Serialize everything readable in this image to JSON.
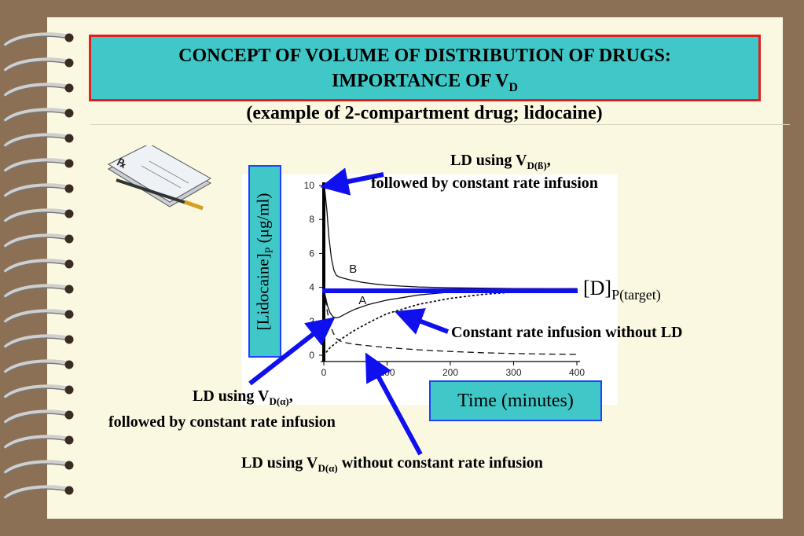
{
  "title": {
    "line1": "CONCEPT OF VOLUME OF DISTRIBUTION OF DRUGS:",
    "line2_main": "IMPORTANCE OF V",
    "line2_sub": "D"
  },
  "subtitle": "(example of 2-compartment drug; lidocaine)",
  "labels": {
    "ld_beta_main": "LD using V",
    "ld_beta_sub": "D(ß)",
    "ld_beta_comma": ",",
    "ld_beta_line2": "followed by constant rate infusion",
    "target_main": "[D]",
    "target_sub": "P(target)",
    "infusion_no_ld": "Constant rate infusion without LD",
    "ld_alpha_main": "LD using V",
    "ld_alpha_sub": "D(α)",
    "ld_alpha_comma": ",",
    "ld_alpha_line2": "followed by constant rate infusion",
    "ld_alpha_noinf_main": "LD using V",
    "ld_alpha_noinf_sub": "D(α)",
    "ld_alpha_noinf_rest": " without constant rate infusion"
  },
  "y_axis_label": {
    "main": "[Lidocaine]",
    "sub": "P",
    "rest": " (μg/ml)"
  },
  "x_axis_label": "Time (minutes)",
  "colors": {
    "title_bg": "#40c8c8",
    "title_border": "#e02020",
    "arrow": "#1010ee",
    "page": "#fbf8e2",
    "background": "#8b7055"
  },
  "chart_data": {
    "type": "line",
    "xlim": [
      0,
      400
    ],
    "ylim": [
      0,
      10
    ],
    "x_ticks": [
      0,
      100,
      200,
      300,
      400
    ],
    "y_ticks": [
      0,
      2,
      4,
      6,
      8,
      10
    ],
    "target_level": 3.9,
    "series": [
      {
        "name": "B",
        "style": "solid",
        "x": [
          0,
          2,
          5,
          8,
          12,
          16,
          20,
          25,
          30,
          40,
          60,
          80,
          100,
          150,
          200,
          250,
          300,
          400
        ],
        "y": [
          10,
          9.6,
          8.5,
          7.0,
          5.7,
          5.0,
          4.7,
          4.6,
          4.55,
          4.45,
          4.3,
          4.2,
          4.12,
          4.02,
          3.97,
          3.95,
          3.93,
          3.92
        ]
      },
      {
        "name": "A",
        "style": "solid",
        "x": [
          0,
          3,
          6,
          10,
          15,
          20,
          25,
          30,
          40,
          50,
          70,
          100,
          150,
          200,
          250,
          300,
          350,
          400
        ],
        "y": [
          3.9,
          3.4,
          2.9,
          2.5,
          2.25,
          2.2,
          2.25,
          2.35,
          2.55,
          2.72,
          2.98,
          3.25,
          3.55,
          3.72,
          3.82,
          3.87,
          3.9,
          3.92
        ]
      },
      {
        "name": "",
        "style": "dotted",
        "x": [
          0,
          10,
          25,
          50,
          75,
          100,
          150,
          200,
          250,
          300,
          350,
          400
        ],
        "y": [
          0,
          0.45,
          0.9,
          1.5,
          2.0,
          2.45,
          3.0,
          3.35,
          3.58,
          3.72,
          3.82,
          3.88
        ]
      },
      {
        "name": "",
        "style": "dashed",
        "x": [
          0,
          3,
          6,
          10,
          15,
          20,
          25,
          30,
          40,
          50,
          75,
          100,
          150,
          200,
          250,
          300,
          350,
          400
        ],
        "y": [
          3.9,
          3.2,
          2.5,
          1.8,
          1.3,
          1.0,
          0.85,
          0.78,
          0.7,
          0.64,
          0.54,
          0.45,
          0.32,
          0.22,
          0.15,
          0.1,
          0.07,
          0.05
        ]
      }
    ],
    "annotations": [
      "B",
      "A"
    ]
  }
}
